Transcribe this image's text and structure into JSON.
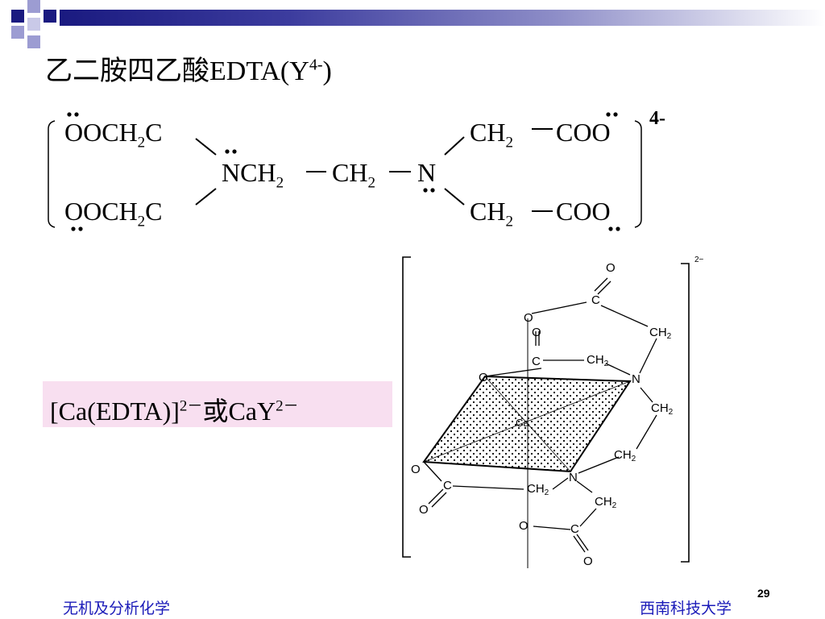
{
  "slide": {
    "title_main": "乙二胺四乙酸EDTA(Y",
    "title_sup": "4-",
    "title_close": ")"
  },
  "structure": {
    "top_left_group": "OOCH",
    "sub_2": "2",
    "carbon": "C",
    "center_n": "NCH",
    "ch": "CH",
    "nitrogen": "N",
    "coo": "COO",
    "charge": "4-"
  },
  "complex_label": {
    "prefix": "[Ca(EDTA)]",
    "charge1": "2－",
    "mid": "或CaY",
    "charge2": "2－"
  },
  "diagram": {
    "charge": "2−",
    "o": "O",
    "c": "C",
    "ch2": "CH",
    "sub": "2",
    "n": "N",
    "ca": "Ca"
  },
  "footer": {
    "left": "无机及分析化学",
    "right": "西南科技大学",
    "page_number": "29"
  }
}
